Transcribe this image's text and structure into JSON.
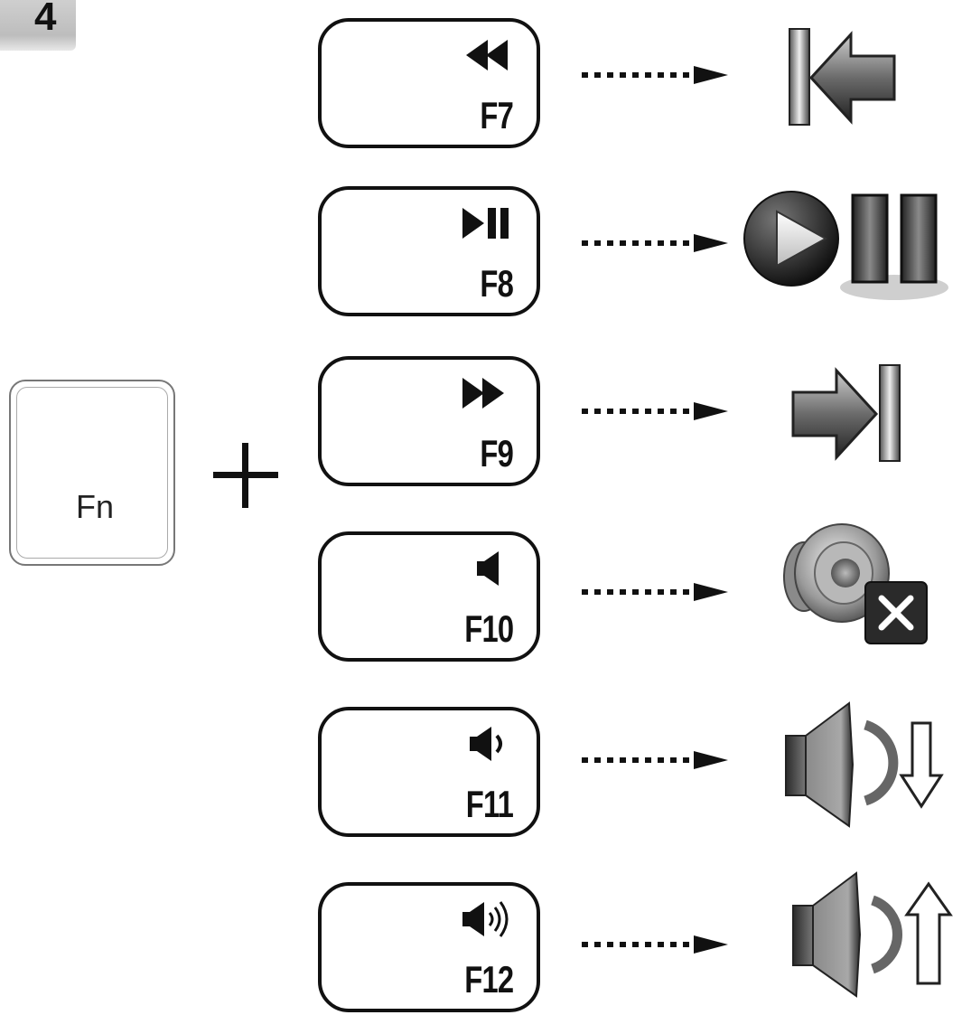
{
  "step": {
    "number": "4"
  },
  "modifier": {
    "label": "Fn"
  },
  "combinations": [
    {
      "key": "F7",
      "symbol": "rewind-icon",
      "action_icon": "previous-track-icon"
    },
    {
      "key": "F8",
      "symbol": "play-pause-icon",
      "action_icon": "play-pause-media-icon"
    },
    {
      "key": "F9",
      "symbol": "fast-forward-icon",
      "action_icon": "next-track-icon"
    },
    {
      "key": "F10",
      "symbol": "speaker-icon",
      "action_icon": "mute-speaker-icon"
    },
    {
      "key": "F11",
      "symbol": "volume-low-icon",
      "action_icon": "volume-down-icon"
    },
    {
      "key": "F12",
      "symbol": "volume-high-icon",
      "action_icon": "volume-up-icon"
    }
  ],
  "colors": {
    "ink": "#111111",
    "metal_dark": "#3a3a3a",
    "metal_light": "#d8d8d8"
  }
}
